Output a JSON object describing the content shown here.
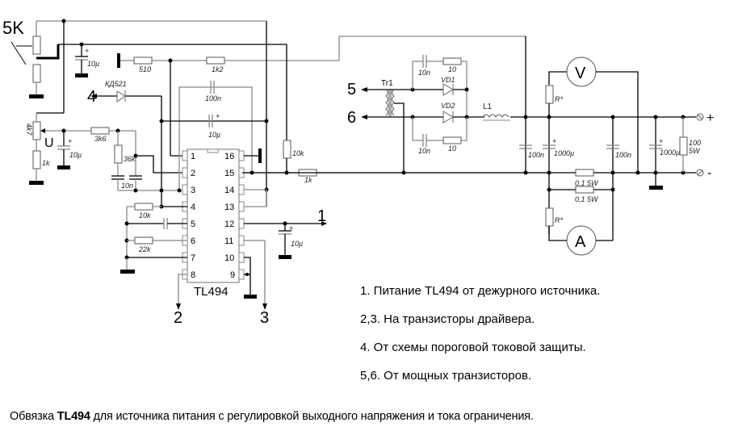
{
  "title_caption": {
    "prefix": "Обвязка ",
    "chip": "TL494",
    "suffix": " для источника питания с регулировкой выходного напряжения и тока ограничения."
  },
  "notes": [
    "1. Питание TL494 от дежурного источника.",
    "2,3. На транзисторы драйвера.",
    "4. От схемы пороговой токовой защиты.",
    "5,6. От мощных транзисторов."
  ],
  "ic": {
    "name": "TL494",
    "left_pins": [
      "1",
      "2",
      "3",
      "4",
      "5",
      "6",
      "7",
      "8"
    ],
    "right_pins": [
      "16",
      "15",
      "14",
      "13",
      "12",
      "11",
      "10",
      "9"
    ]
  },
  "components": {
    "pot_top": "5K",
    "pot_left": "4k7",
    "pot_wiper": "U",
    "c_10u_a": "10µ",
    "c_10u_b": "10µ",
    "c_10u_c": "10µ",
    "c_10u_d": "10µ",
    "r_510": "510",
    "r_1k2": "1k2",
    "diode": "КД521",
    "r_1k": "1k",
    "r_3k6": "3k6",
    "r_36k": "36k",
    "c_10n": "10n",
    "c_100n_fb": "100n",
    "r_10k_a": "10k",
    "r_10k_b": "10k",
    "r_22k": "22k",
    "r_1k_out": "1k",
    "tr1": "Tr1",
    "vd1": "VD1",
    "vd2": "VD2",
    "c_10n_a": "10n",
    "c_10n_b": "10n",
    "r_10_a": "10",
    "r_10_b": "10",
    "l1": "L1",
    "c_100n_a": "100n",
    "c_1000u_a": "1000µ",
    "c_100n_b": "100n",
    "c_1000u_b": "1000µ",
    "r_load": "100",
    "r_load_w": "5W",
    "r_shunt_a": "0,1 5W",
    "r_shunt_b": "0,1 5W",
    "r_star_v": "R*",
    "r_star_a": "R*",
    "voltmeter": "V",
    "ammeter": "A",
    "out_plus": "+",
    "out_minus": "-"
  },
  "connectors": {
    "c1": "1",
    "c2": "2",
    "c3": "3",
    "c4": "4",
    "c5": "5",
    "c6": "6"
  }
}
